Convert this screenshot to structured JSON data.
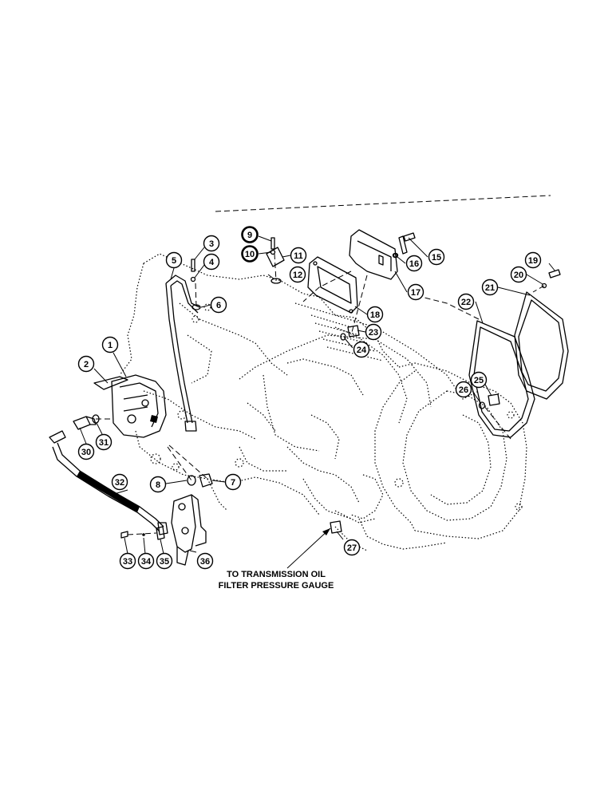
{
  "diagram": {
    "caption_lines": [
      "TO TRANSMISSION OIL",
      "FILTER PRESSURE GAUGE"
    ],
    "callouts": [
      {
        "n": "1",
        "label": "1"
      },
      {
        "n": "2",
        "label": "2"
      },
      {
        "n": "3",
        "label": "3"
      },
      {
        "n": "4",
        "label": "4"
      },
      {
        "n": "5",
        "label": "5"
      },
      {
        "n": "6",
        "label": "6"
      },
      {
        "n": "7",
        "label": "7"
      },
      {
        "n": "8",
        "label": "8"
      },
      {
        "n": "9",
        "label": "9"
      },
      {
        "n": "10",
        "label": "10"
      },
      {
        "n": "11",
        "label": "11"
      },
      {
        "n": "12",
        "label": "12"
      },
      {
        "n": "15",
        "label": "15"
      },
      {
        "n": "16",
        "label": "16"
      },
      {
        "n": "17",
        "label": "17"
      },
      {
        "n": "18",
        "label": "18"
      },
      {
        "n": "19",
        "label": "19"
      },
      {
        "n": "20",
        "label": "20"
      },
      {
        "n": "21",
        "label": "21"
      },
      {
        "n": "22",
        "label": "22"
      },
      {
        "n": "23",
        "label": "23"
      },
      {
        "n": "24",
        "label": "24"
      },
      {
        "n": "25",
        "label": "25"
      },
      {
        "n": "26",
        "label": "26"
      },
      {
        "n": "27",
        "label": "27"
      },
      {
        "n": "30",
        "label": "30"
      },
      {
        "n": "31",
        "label": "31"
      },
      {
        "n": "32",
        "label": "32"
      },
      {
        "n": "33",
        "label": "33"
      },
      {
        "n": "34",
        "label": "34"
      },
      {
        "n": "35",
        "label": "35"
      },
      {
        "n": "36",
        "label": "36"
      }
    ]
  }
}
